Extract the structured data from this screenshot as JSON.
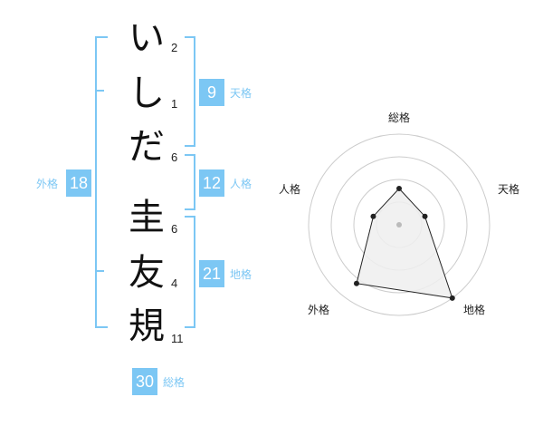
{
  "name": {
    "chars": [
      {
        "char": "い",
        "strokes": "2"
      },
      {
        "char": "し",
        "strokes": "1"
      },
      {
        "char": "だ",
        "strokes": "6"
      },
      {
        "char": "圭",
        "strokes": "6"
      },
      {
        "char": "友",
        "strokes": "4"
      },
      {
        "char": "規",
        "strokes": "11"
      }
    ]
  },
  "fortunes": {
    "tenkaku": {
      "value": "9",
      "label": "天格"
    },
    "jinkaku": {
      "value": "12",
      "label": "人格"
    },
    "chikaku": {
      "value": "21",
      "label": "地格"
    },
    "gaikaku": {
      "value": "18",
      "label": "外格"
    },
    "soukaku": {
      "value": "30",
      "label": "総格"
    }
  },
  "chart_data": {
    "type": "radar",
    "axes": [
      "総格",
      "天格",
      "地格",
      "外格",
      "人格"
    ],
    "values": [
      0.4,
      0.3,
      1.0,
      0.8,
      0.3
    ],
    "range": [
      0,
      1
    ],
    "rings": 4,
    "colors": {
      "fill": "#efefef",
      "stroke": "#222222",
      "ring": "#cccccc",
      "center": "#bbbbbb"
    }
  },
  "colors": {
    "accent": "#7cc7f4"
  }
}
